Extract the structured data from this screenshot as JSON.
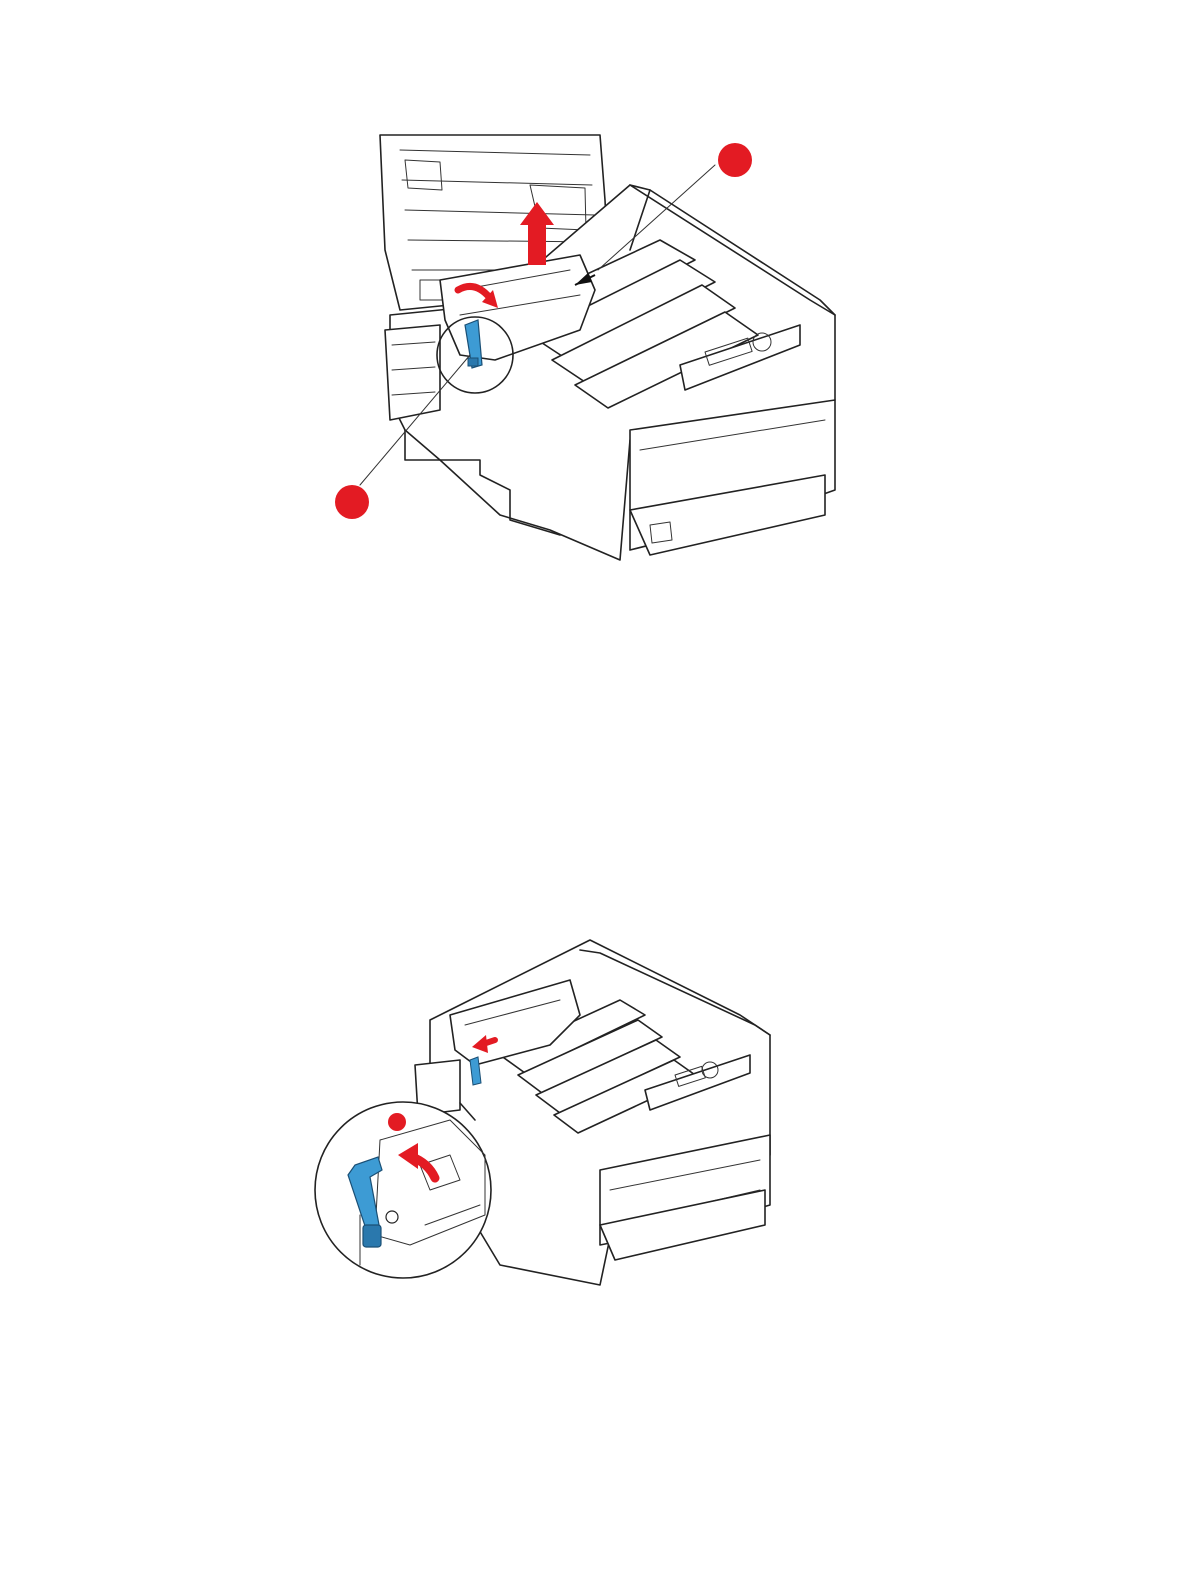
{
  "colors": {
    "callout": "#e31b23",
    "lever": "#3d9bd4",
    "lever_dark": "#2a78ad",
    "line": "#222222",
    "background": "#ffffff"
  },
  "figures": [
    {
      "name": "printer-open-top-lift-belt",
      "callouts": 2,
      "arrows": [
        "curved-arrow",
        "up-arrow",
        "pointer-arrow"
      ]
    },
    {
      "name": "printer-lever-detail",
      "callouts": 1,
      "arrows": [
        "left-arrow",
        "up-curved-arrow"
      ]
    }
  ]
}
